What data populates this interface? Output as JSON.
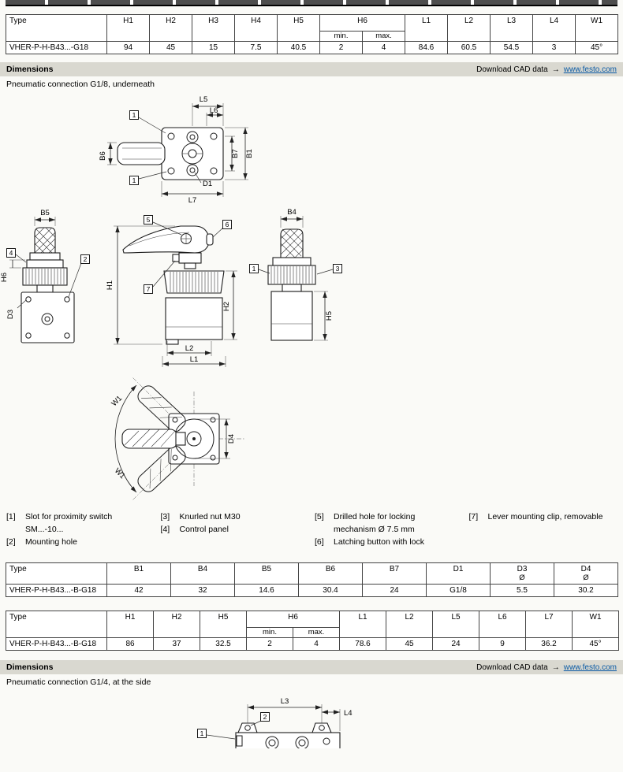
{
  "colors": {
    "link": "#0b5ba5",
    "section_bar_bg": "#d9d8d0",
    "page_bg": "#fafaf7"
  },
  "table1": {
    "type_label": "Type",
    "columns": [
      "H1",
      "H2",
      "H3",
      "H4",
      "H5"
    ],
    "h6": {
      "label": "H6",
      "min": "min.",
      "max": "max."
    },
    "columns2": [
      "L1",
      "L2",
      "L3",
      "L4",
      "W1"
    ],
    "row": {
      "type": "VHER-P-H-B43...-G18",
      "values": [
        "94",
        "45",
        "15",
        "7.5",
        "40.5",
        "2",
        "4",
        "84.6",
        "60.5",
        "54.5",
        "3",
        "45°"
      ]
    }
  },
  "section1": {
    "title": "Dimensions",
    "cad_text": "Download CAD data",
    "cad_arrow": "→",
    "cad_link": "www.festo.com",
    "subtitle": "Pneumatic connection G1/8, underneath"
  },
  "legend": {
    "col1": [
      {
        "num": "[1]",
        "lines": [
          "Slot for proximity switch",
          "SM...-10..."
        ]
      },
      {
        "num": "[2]",
        "lines": [
          "Mounting hole"
        ]
      }
    ],
    "col2": [
      {
        "num": "[3]",
        "lines": [
          "Knurled nut M30"
        ]
      },
      {
        "num": "[4]",
        "lines": [
          "Control panel"
        ]
      }
    ],
    "col3": [
      {
        "num": "[5]",
        "lines": [
          "Drilled hole for locking",
          "mechanism Ø 7.5 mm"
        ]
      },
      {
        "num": "[6]",
        "lines": [
          "Latching button with lock"
        ]
      }
    ],
    "col4": [
      {
        "num": "[7]",
        "lines": [
          "Lever mounting clip, removable"
        ]
      }
    ]
  },
  "table2": {
    "type_label": "Type",
    "columns": [
      "B1",
      "B4",
      "B5",
      "B6",
      "B7",
      "D1"
    ],
    "dia": [
      {
        "label": "D3",
        "sub": "Ø"
      },
      {
        "label": "D4",
        "sub": "Ø"
      }
    ],
    "row": {
      "type": "VHER-P-H-B43...-B-G18",
      "values": [
        "42",
        "32",
        "14.6",
        "30.4",
        "24",
        "G1/8",
        "5.5",
        "30.2"
      ]
    }
  },
  "table3": {
    "type_label": "Type",
    "columns": [
      "H1",
      "H2",
      "H5"
    ],
    "h6": {
      "label": "H6",
      "min": "min.",
      "max": "max."
    },
    "columns2": [
      "L1",
      "L2",
      "L5",
      "L6",
      "L7",
      "W1"
    ],
    "row": {
      "type": "VHER-P-H-B43...-B-G18",
      "values": [
        "86",
        "37",
        "32.5",
        "2",
        "4",
        "78.6",
        "45",
        "24",
        "9",
        "36.2",
        "45°"
      ]
    }
  },
  "section2": {
    "title": "Dimensions",
    "cad_text": "Download CAD data",
    "cad_arrow": "→",
    "cad_link": "www.festo.com",
    "subtitle": "Pneumatic connection G1/4, at the side"
  },
  "drawing_labels": {
    "L1": "L1",
    "L2": "L2",
    "L3": "L3",
    "L4": "L4",
    "L5": "L5",
    "L6": "L6",
    "L7": "L7",
    "B1": "B1",
    "B4": "B4",
    "B5": "B5",
    "B6": "B6",
    "B7": "B7",
    "H1": "H1",
    "H2": "H2",
    "H5": "H5",
    "H6": "H6",
    "D1": "D1",
    "D3": "D3",
    "D4": "D4",
    "W1": "W1"
  },
  "callouts": {
    "c1": "1",
    "c2": "2",
    "c3": "3",
    "c4": "4",
    "c5": "5",
    "c6": "6",
    "c7": "7"
  }
}
